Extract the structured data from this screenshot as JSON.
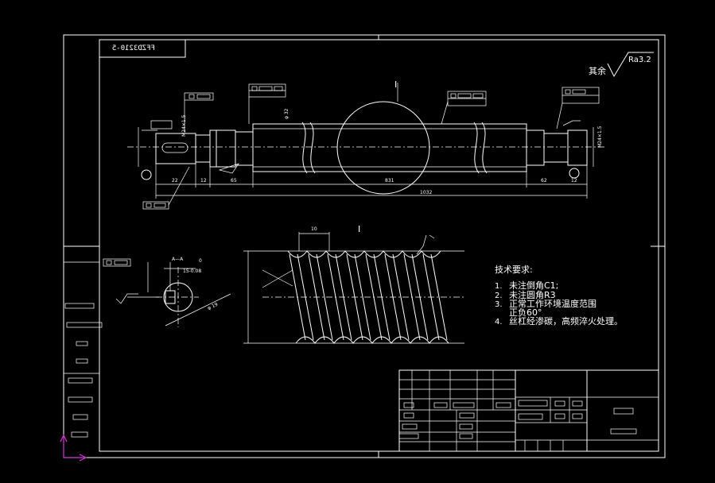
{
  "drawing": {
    "code": "FFZD3210-5",
    "surface_finish_prefix": "其余",
    "surface_finish_value": "Ra3.2",
    "detail_label_main": "I",
    "detail_label_view": "I"
  },
  "dimensions": {
    "total_length": "1032",
    "thread_length": "831",
    "left_seg_1": "22",
    "left_seg_2": "12",
    "left_seg_3": "65",
    "right_seg_1": "62",
    "right_seg_2": "12",
    "left_thread": "M24×1.5",
    "right_thread": "M24×1.5",
    "shaft_dia": "φ 32",
    "pitch": "10",
    "section_label": "A—A",
    "section_width": "0",
    "section_tol": "15-0.08",
    "section_dia": "φ 19"
  },
  "notes": {
    "heading": "技术要求:",
    "items": [
      {
        "num": "1.",
        "text": "未注倒角C1;"
      },
      {
        "num": "2.",
        "text": "未注圆角R3"
      },
      {
        "num": "3.",
        "text": "正常工作环境温度范围"
      },
      {
        "num": "",
        "text": "正负60°"
      },
      {
        "num": "4.",
        "text": "丝杠经渗碳，高频淬火处理。"
      }
    ]
  },
  "colors": {
    "background": "#000000",
    "lines": "#ffffff",
    "ucs_icon": "#d23ad2"
  },
  "icons": {
    "ucs": "ucs-axis-icon",
    "roughness": "surface-roughness-icon"
  }
}
